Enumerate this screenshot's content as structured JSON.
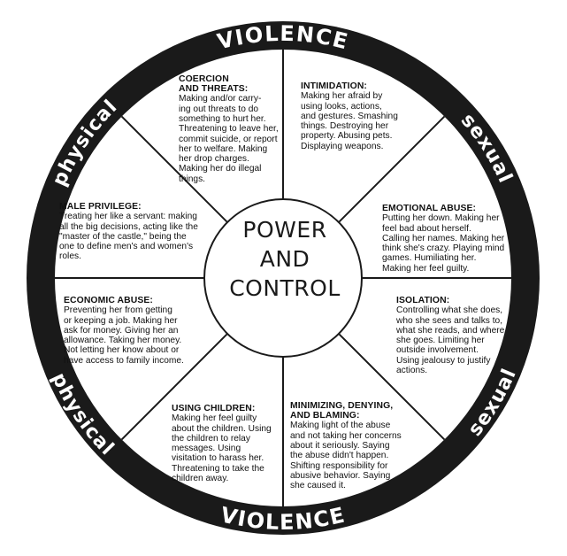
{
  "ring": {
    "top": "VIOLENCE",
    "bottom": "VIOLENCE",
    "top_left": "physical",
    "top_right": "sexual",
    "bottom_left": "physical",
    "bottom_right": "sexual"
  },
  "center": {
    "line1": "POWER",
    "line2": "AND",
    "line3": "CONTROL"
  },
  "segments": {
    "coercion": {
      "heading": "COERCION\nAND THREATS:",
      "body": "Making and/or carry-\ning out threats to do\nsomething to hurt her.\nThreatening to leave her,\ncommit suicide, or report\nher to welfare.  Making\nher drop charges.\nMaking her do illegal\nthings."
    },
    "intimidation": {
      "heading": "INTIMIDATION:",
      "body": "Making her afraid by\nusing looks, actions,\nand gestures.  Smashing\nthings.  Destroying her\nproperty.  Abusing pets.\nDisplaying weapons."
    },
    "emotional": {
      "heading": "EMOTIONAL ABUSE:",
      "body": "Putting her down.  Making her\nfeel bad about herself.\nCalling her names.  Making her\nthink she's crazy.  Playing mind\ngames.  Humiliating her.\nMaking her feel guilty."
    },
    "isolation": {
      "heading": "ISOLATION:",
      "body": "Controlling what she does,\nwho she sees and talks to,\nwhat she reads, and where\nshe goes.  Limiting her\noutside involvement.\nUsing jealousy to justify\nactions."
    },
    "minimizing": {
      "heading": "MINIMIZING, DENYING,\nAND BLAMING:",
      "body": "Making light of the abuse\nand not taking her concerns\nabout it seriously.  Saying\nthe abuse didn't happen.\nShifting responsibility for\nabusive behavior.  Saying\nshe caused it."
    },
    "children": {
      "heading": "USING CHILDREN:",
      "body": "Making her feel guilty\nabout the children.  Using\nthe children to relay\nmessages.  Using\nvisitation to harass her.\nThreatening to take the\nchildren away."
    },
    "economic": {
      "heading": "ECONOMIC ABUSE:",
      "body": "Preventing her from getting\nor keeping a job.  Making her\nask for money.  Giving her an\nallowance.  Taking her money.\nNot letting her know about or\nhave access to family income."
    },
    "privilege": {
      "heading": "MALE PRIVILEGE:",
      "body": "Treating her like a servant: making\nall the big decisions, acting like the\n\"master of the castle,\" being the\none to define men's and women's\nroles."
    }
  },
  "colors": {
    "ring": "#1a1a1a",
    "lines": "#1a1a1a",
    "background": "#ffffff"
  }
}
